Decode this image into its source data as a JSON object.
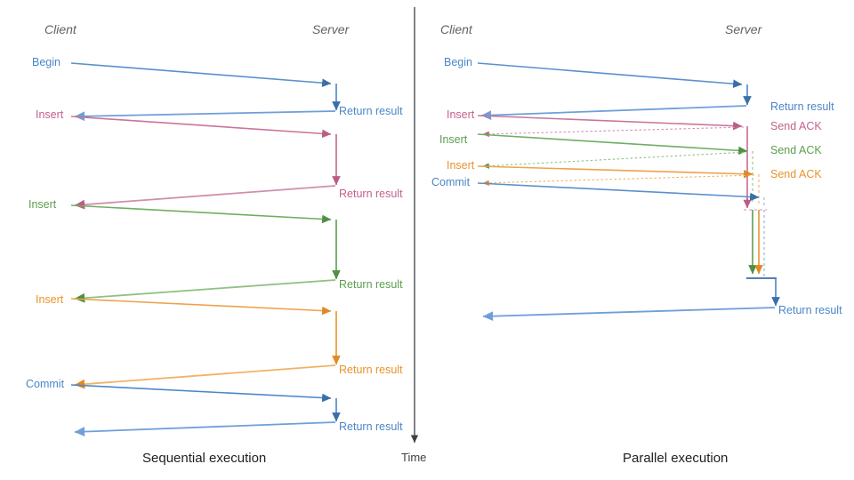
{
  "figure": {
    "type": "sequence-diagram",
    "title": "Sequential vs Parallel execution",
    "time_axis_label": "Time",
    "colors": {
      "blue": "#4a86c8",
      "blue_dark": "#3a6fa8",
      "pink": "#c4628c",
      "green": "#5c9e4e",
      "orange": "#e8932b",
      "role_text": "#5f6368",
      "caption_text": "#202124",
      "divider": "#3c4043"
    }
  },
  "panels": [
    {
      "id": "sequential",
      "caption": "Sequential execution",
      "client_role": "Client",
      "server_role": "Server",
      "messages": [
        {
          "label": "Begin",
          "color": "blue",
          "reply": "Return result"
        },
        {
          "label": "Insert",
          "color": "pink",
          "reply": "Return result"
        },
        {
          "label": "Insert",
          "color": "green",
          "reply": "Return result"
        },
        {
          "label": "Insert",
          "color": "orange",
          "reply": "Return result"
        },
        {
          "label": "Commit",
          "color": "blue",
          "reply": "Return result"
        }
      ]
    },
    {
      "id": "parallel",
      "caption": "Parallel execution",
      "client_role": "Client",
      "server_role": "Server",
      "messages": [
        {
          "label": "Begin",
          "color": "blue",
          "reply": "Return result"
        },
        {
          "label": "Insert",
          "color": "pink",
          "reply": "Send ACK"
        },
        {
          "label": "Insert",
          "color": "green",
          "reply": "Send ACK"
        },
        {
          "label": "Insert",
          "color": "orange",
          "reply": "Send ACK"
        },
        {
          "label": "Commit",
          "color": "blue",
          "reply": "Return result"
        }
      ]
    }
  ],
  "labels": {
    "seq": {
      "client_role": "Client",
      "server_role": "Server",
      "m0": "Begin",
      "r0": "Return result",
      "m1": "Insert",
      "r1": "Return result",
      "m2": "Insert",
      "r2": "Return result",
      "m3": "Insert",
      "r3": "Return result",
      "m4": "Commit",
      "r4": "Return result",
      "caption": "Sequential execution"
    },
    "par": {
      "client_role": "Client",
      "server_role": "Server",
      "m0": "Begin",
      "r0": "Return result",
      "m1": "Insert",
      "r1": "Send ACK",
      "m2": "Insert",
      "r2": "Send ACK",
      "m3": "Insert",
      "r3": "Send ACK",
      "m4": "Commit",
      "r4": "Return result",
      "caption": "Parallel execution"
    },
    "time": "Time"
  }
}
